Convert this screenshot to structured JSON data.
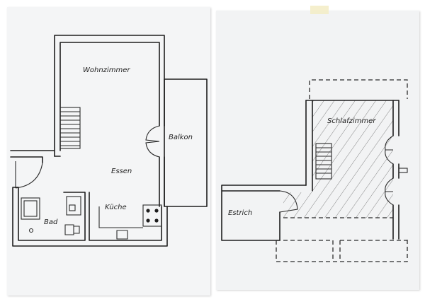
{
  "left_plan": {
    "rooms": {
      "wohnzimmer": "Wohnzimmer",
      "balkon": "Balkon",
      "essen": "Essen",
      "kueche": "Küche",
      "bad": "Bad"
    }
  },
  "right_plan": {
    "rooms": {
      "schlafzimmer": "Schlafzimmer",
      "estrich": "Estrich"
    }
  },
  "colors": {
    "paper": "#f4f5f6",
    "ink": "#1e1e1e",
    "tape": "#f3ecc4"
  }
}
